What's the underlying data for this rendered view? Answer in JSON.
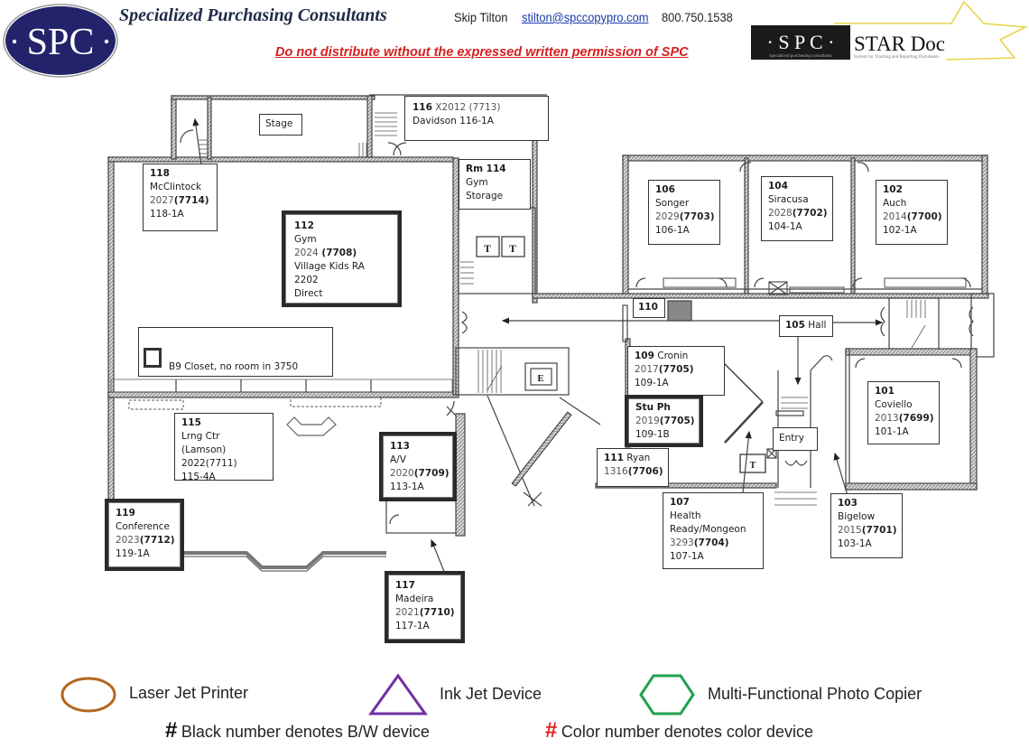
{
  "header": {
    "logo_text": "SPC",
    "company_name": "Specialized Purchasing Consultants",
    "contact_name": "Skip Tilton",
    "contact_email": "stilton@spccopypro.com",
    "contact_phone": "800.750.1538",
    "warning": "Do not distribute without the expressed written permission of SPC",
    "stardoc": {
      "spc_text": "· S P C ·",
      "spc_subtitle": "specialized purchasing consultants",
      "title": "STAR Doc",
      "subtitle": "System for Tracking and Reporting Documents"
    }
  },
  "plan": {
    "plain_labels": {
      "stage": "Stage",
      "hall_num": "105",
      "hall_name": "Hall",
      "entry": "Entry",
      "room_110": "110",
      "t_mark": "T",
      "e_mark": "E"
    },
    "rooms": [
      {
        "id": "116",
        "lines": [
          {
            "num": "116",
            "rest": " X2012 (7713)"
          },
          {
            "text": "Davidson 116-1A"
          }
        ]
      },
      {
        "id": "118",
        "num": "118",
        "name": "McClintock",
        "ext": "2027",
        "dev": "(7714)",
        "code": "118-1A"
      },
      {
        "id": "114",
        "num": "Rm 114",
        "name": "Gym",
        "name2": "Storage"
      },
      {
        "id": "112",
        "num": "112",
        "name": "Gym",
        "ext": "2024",
        "dev": " (7708)",
        "extra": "Village Kids RA 2202",
        "extra2": "Direct"
      },
      {
        "id": "b9",
        "text": "B9 Closet, no room in 3750"
      },
      {
        "id": "106",
        "num": "106",
        "name": "Songer",
        "ext": "2029",
        "dev": "(7703)",
        "code": "106-1A"
      },
      {
        "id": "104",
        "num": "104",
        "name": "Siracusa",
        "ext": "2028",
        "dev": "(7702)",
        "code": "104-1A"
      },
      {
        "id": "102",
        "num": "102",
        "name": "Auch",
        "ext": "2014",
        "dev": "(7700)",
        "code": "102-1A"
      },
      {
        "id": "109",
        "num": "109",
        "name": " Cronin",
        "ext": "2017",
        "dev": "(7705)",
        "code": "109-1A"
      },
      {
        "id": "stuph",
        "num": "Stu Ph",
        "ext": "2019",
        "dev": "(7705)",
        "code": "109-1B"
      },
      {
        "id": "111",
        "num": "111",
        "name": " Ryan",
        "ext": "1316",
        "dev": "(7706)"
      },
      {
        "id": "101",
        "num": "101",
        "name": "Coviello",
        "ext": "2013",
        "dev": "(7699)",
        "code": "101-1A"
      },
      {
        "id": "107",
        "num": "107",
        "name": "Health",
        "name2": "Ready/Mongeon",
        "ext": "3293",
        "dev": "(7704)",
        "code": "107-1A"
      },
      {
        "id": "103",
        "num": "103",
        "name": "Bigelow",
        "ext": "2015",
        "dev": "(7701)",
        "code": "103-1A"
      },
      {
        "id": "115",
        "num": "115",
        "name": "Lrng Ctr (Lamson)",
        "ext": "2022(7711)",
        "code": "115-4A"
      },
      {
        "id": "113",
        "num": "113",
        "name": "A/V",
        "ext": "2020",
        "dev": "(7709)",
        "code": "113-1A"
      },
      {
        "id": "119",
        "num": "119",
        "name": "Conference",
        "ext": "2023",
        "dev": "(7712)",
        "code": "119-1A"
      },
      {
        "id": "117",
        "num": "117",
        "name": "Madeira",
        "ext": "2021",
        "dev": "(7710)",
        "code": "117-1A"
      }
    ]
  },
  "legend": {
    "laser": {
      "label": "Laser Jet Printer",
      "color": "#b5651d",
      "icon": "ellipse-icon"
    },
    "inkjet": {
      "label": "Ink Jet Device",
      "color": "#7030a0",
      "icon": "triangle-icon"
    },
    "mfp": {
      "label": "Multi-Functional Photo Copier",
      "color": "#22a050",
      "icon": "hexagon-icon"
    },
    "bw_hash": "#",
    "bw_note": "Black number denotes B/W device",
    "color_hash": "#",
    "color_note": "Color number denotes color device",
    "color_hash_color": "#e02020"
  }
}
